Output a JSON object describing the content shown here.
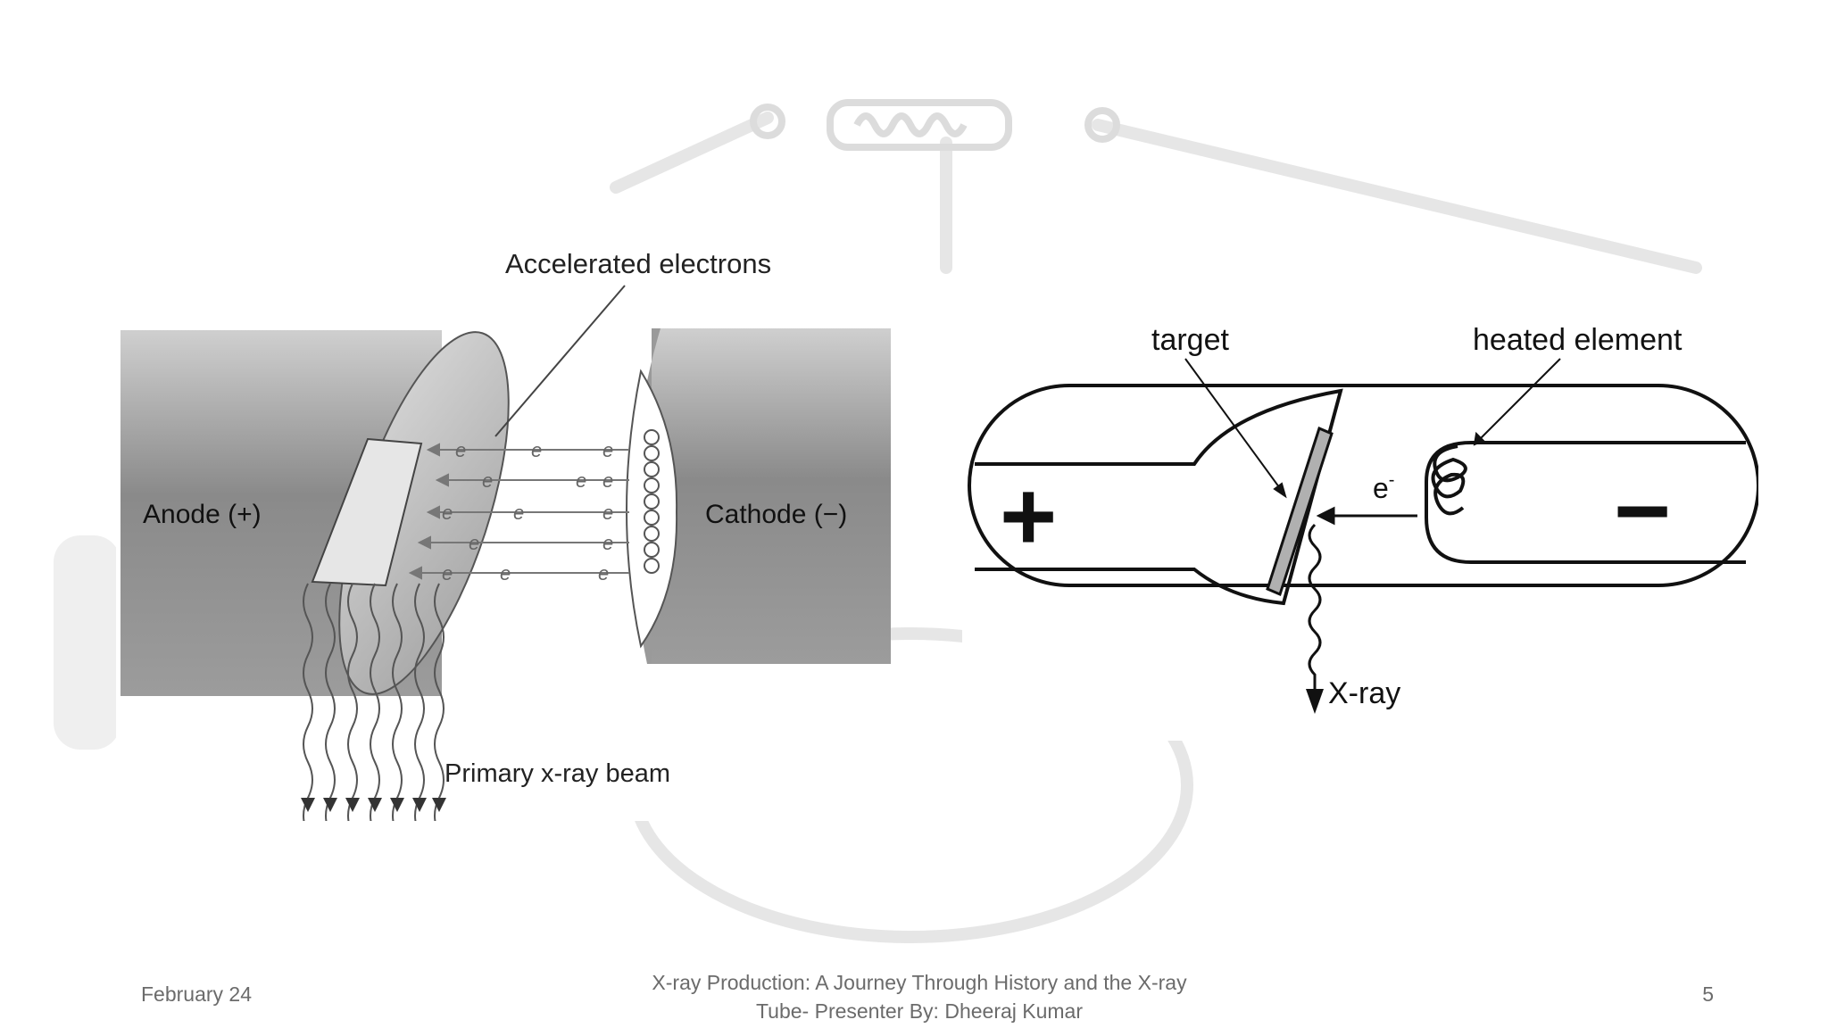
{
  "left_diagram": {
    "accelerated_label": "Accelerated electrons",
    "anode_label": "Anode (+)",
    "cathode_label": "Cathode (−)",
    "beam_label": "Primary x-ray beam",
    "electron_symbol": "e"
  },
  "right_diagram": {
    "target_label": "target",
    "heated_label": "heated element",
    "electron_label": "e",
    "electron_superscript": "-",
    "xray_label": "X-ray",
    "plus_sign": "+",
    "minus_sign": "−"
  },
  "footer": {
    "date": "February 24",
    "title_line1": "X-ray Production: A Journey Through History and the X-ray",
    "title_line2": "Tube- Presenter By: Dheeraj Kumar",
    "page_number": "5"
  }
}
